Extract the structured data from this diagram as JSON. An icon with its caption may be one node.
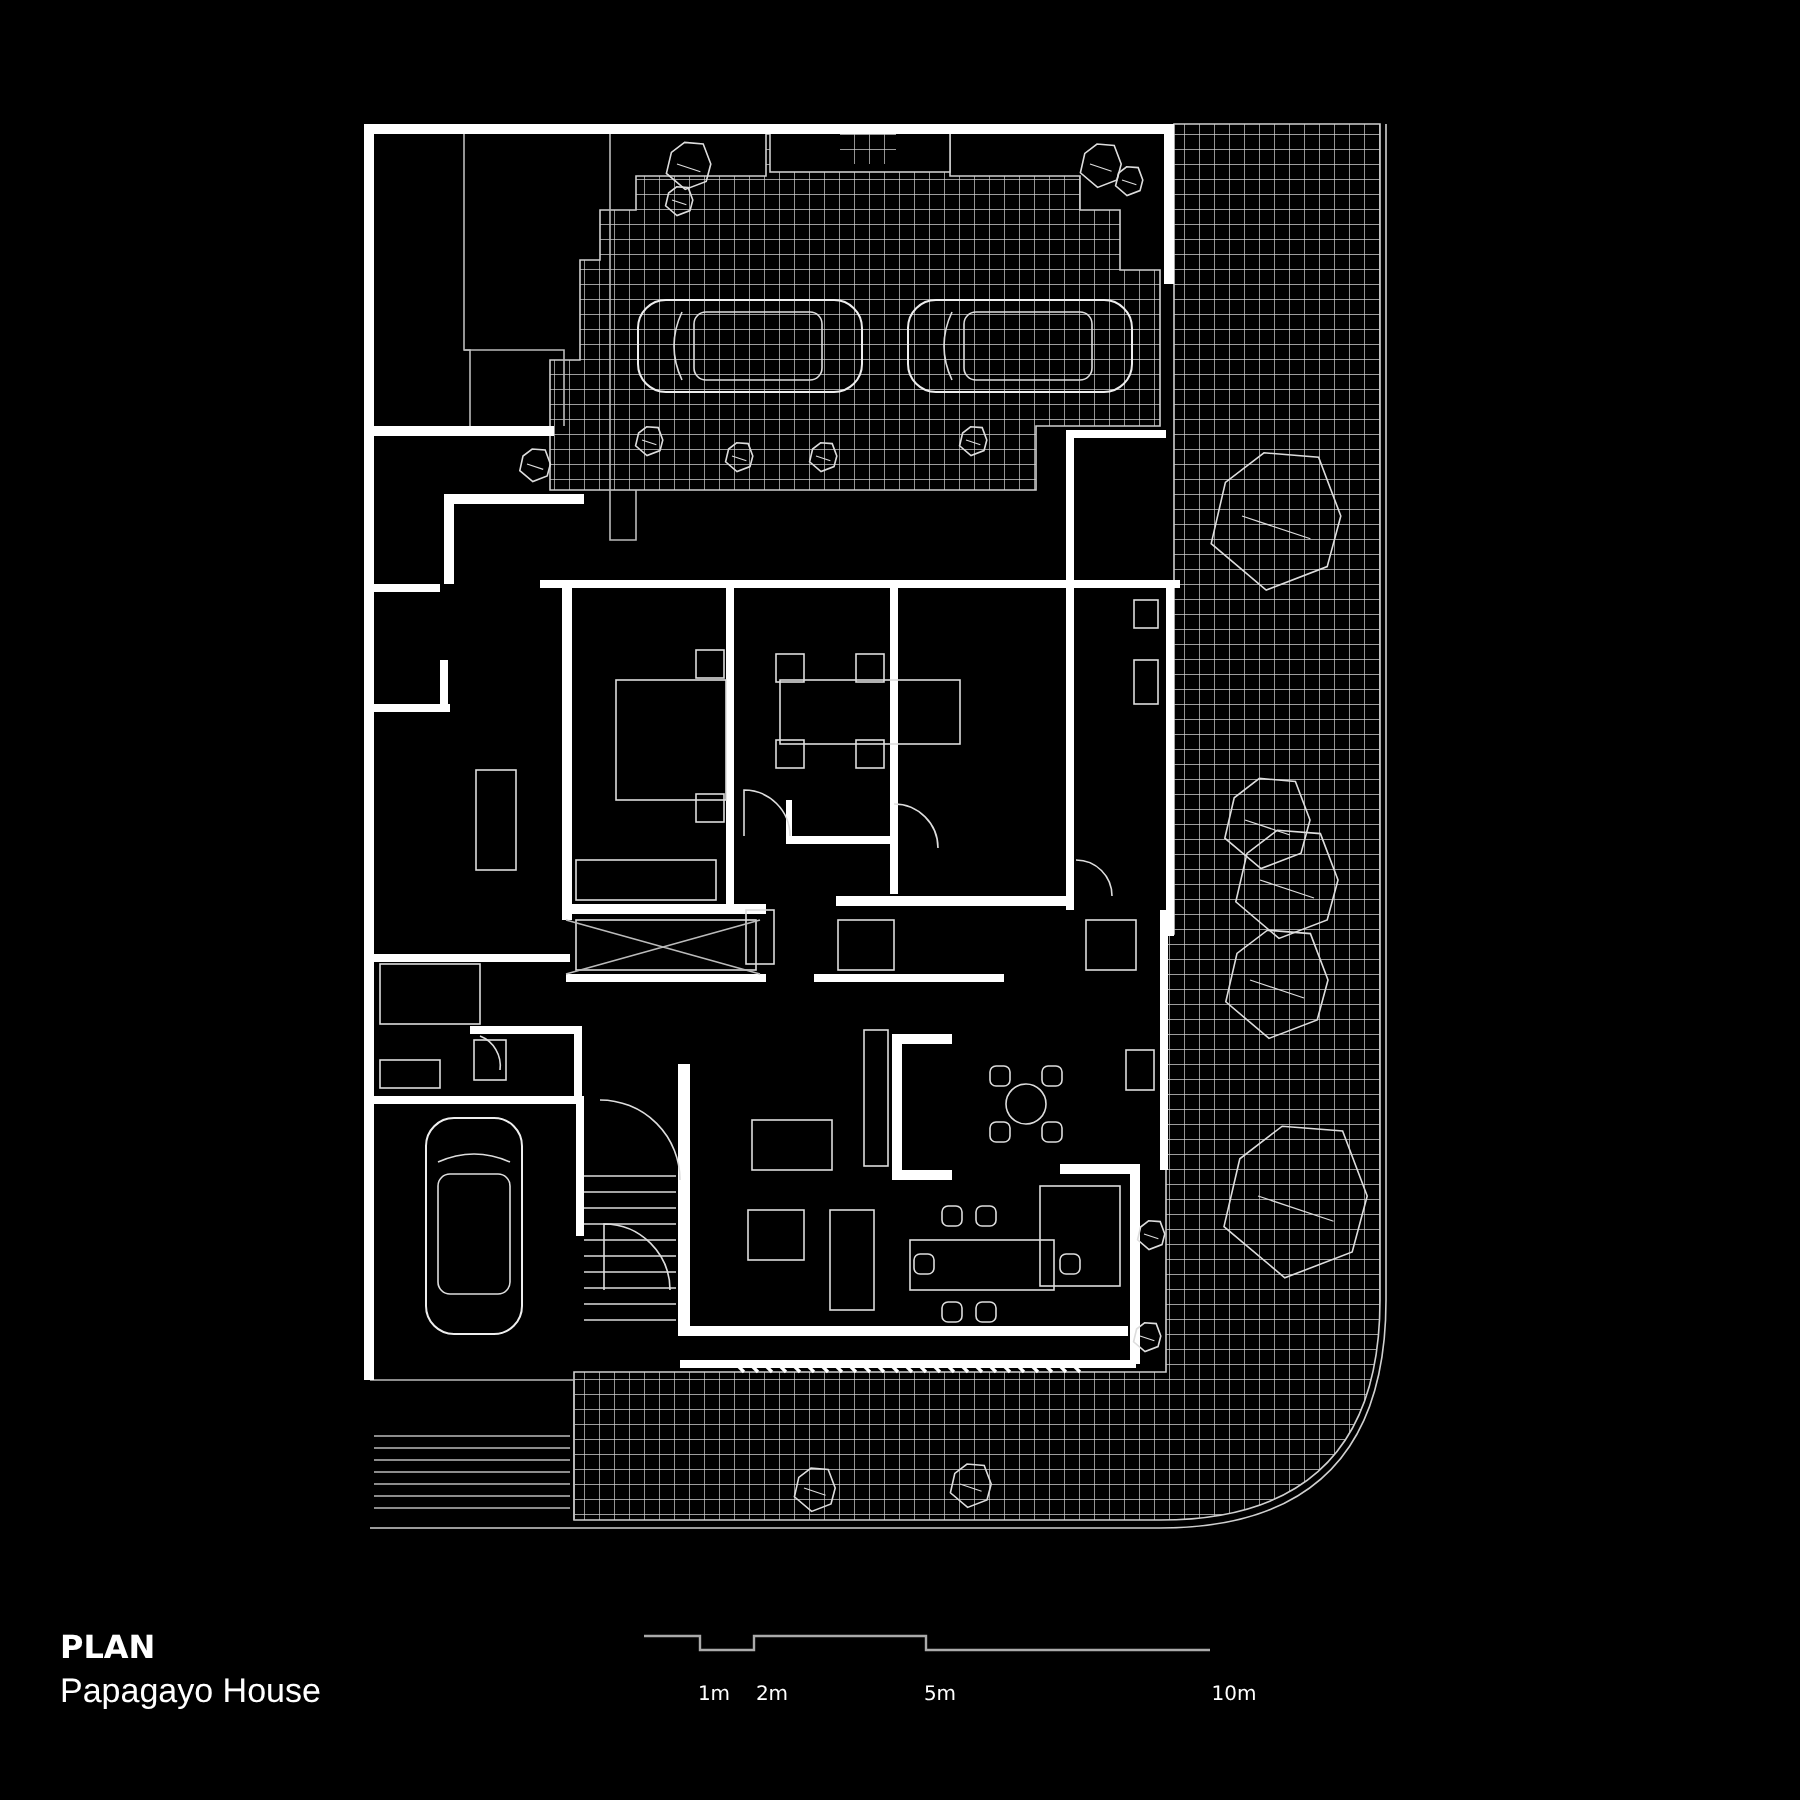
{
  "diagram": {
    "title": "PLAN",
    "caption": "Papagayo House",
    "labels": [
      "1m",
      "2m",
      "5m",
      "10m"
    ]
  }
}
